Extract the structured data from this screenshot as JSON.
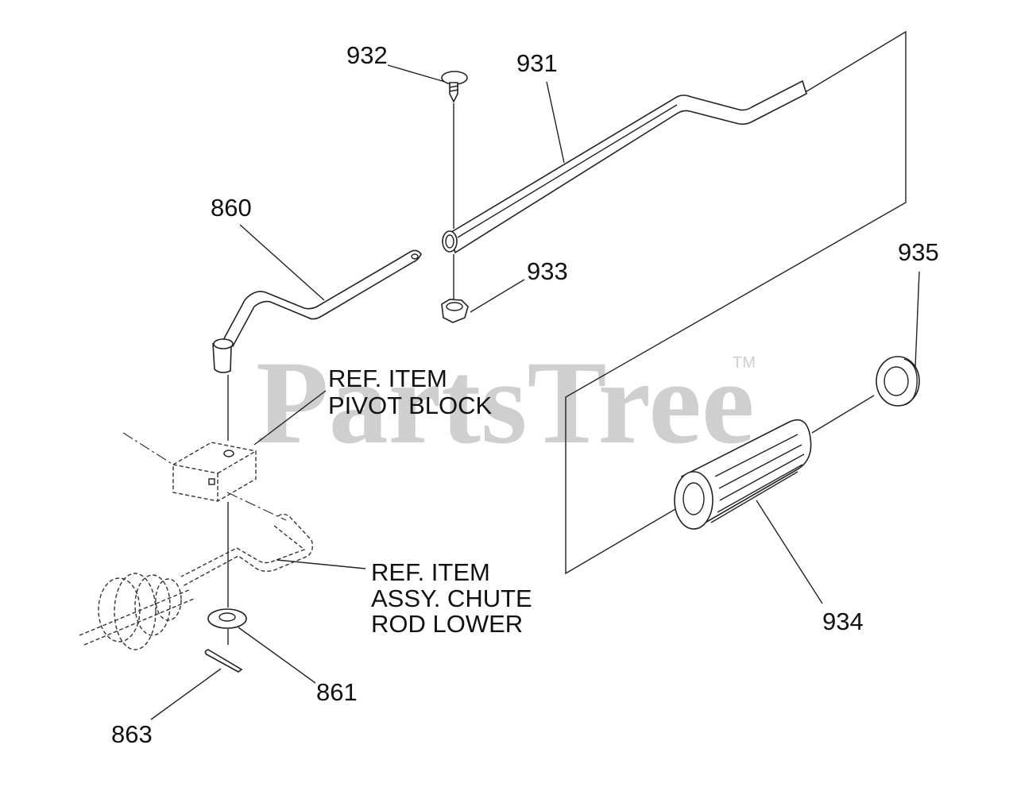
{
  "watermark": {
    "text": "PartsTree",
    "trademark": "TM"
  },
  "callouts": {
    "p931": "931",
    "p932": "932",
    "p933": "933",
    "p934": "934",
    "p935": "935",
    "p860": "860",
    "p861": "861",
    "p863": "863"
  },
  "references": {
    "pivot_block": [
      "REF. ITEM",
      "PIVOT BLOCK"
    ],
    "chute_rod": [
      "REF. ITEM",
      "ASSY. CHUTE",
      "ROD LOWER"
    ]
  }
}
